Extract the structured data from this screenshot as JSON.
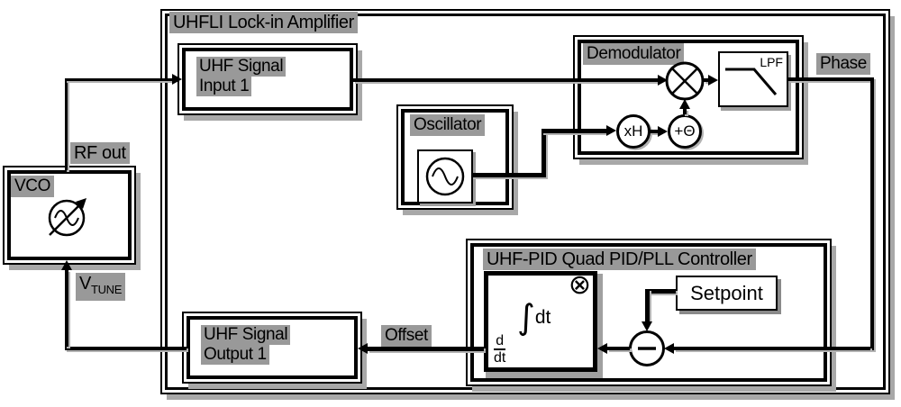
{
  "title": "UHFLI Lock-in Amplifier",
  "blocks": {
    "uhf_input": {
      "line1": "UHF Signal",
      "line2": "Input 1"
    },
    "oscillator": {
      "label": "Oscillator"
    },
    "demodulator": {
      "label": "Demodulator",
      "harmonic": "xH",
      "phase_shift": "+Θ",
      "lpf": "LPF"
    },
    "pid_controller": {
      "label": "UHF-PID Quad PID/PLL Controller",
      "multiply_symbol": "⊗",
      "integrator_sign": "∫",
      "integrator_dt": "dt",
      "derivative_num": "d",
      "derivative_den": "dt"
    },
    "setpoint": {
      "label": "Setpoint"
    },
    "uhf_output": {
      "line1": "UHF Signal",
      "line2": "Output 1"
    },
    "vco": {
      "label": "VCO"
    }
  },
  "signals": {
    "rf_out": "RF out",
    "v_tune_main": "V",
    "v_tune_sub": "TUNE",
    "phase": "Phase",
    "offset": "Offset"
  },
  "colors": {
    "line": "#000000",
    "chip_bg": "#999999",
    "box_fill": "#ffffff",
    "shadow": "#a8a8a8"
  }
}
